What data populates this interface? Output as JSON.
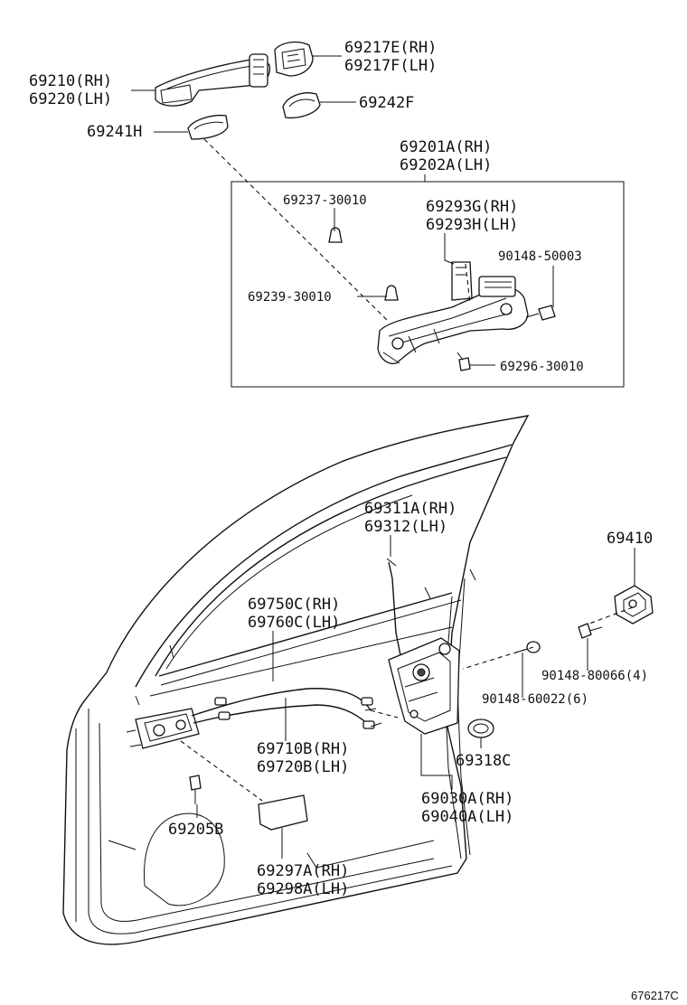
{
  "labels": {
    "l69217": [
      "69217E(RH)",
      "69217F(LH)"
    ],
    "l69210": [
      "69210(RH)",
      "69220(LH)"
    ],
    "l69242": "69242F",
    "l69241": "69241H",
    "l69201": [
      "69201A(RH)",
      "69202A(LH)"
    ],
    "l69237": "69237-30010",
    "l69293": [
      "69293G(RH)",
      "69293H(LH)"
    ],
    "l90148a": "90148-50003",
    "l69239": "69239-30010",
    "l69296": "69296-30010",
    "l69311": [
      "69311A(RH)",
      "69312(LH)"
    ],
    "l69410": "69410",
    "l69750": [
      "69750C(RH)",
      "69760C(LH)"
    ],
    "l90148b": "90148-80066(4)",
    "l90148c": "90148-60022(6)",
    "l69710": [
      "69710B(RH)",
      "69720B(LH)"
    ],
    "l69318": "69318C",
    "l69030": [
      "69030A(RH)",
      "69040A(LH)"
    ],
    "l69205": "69205B",
    "l69297": [
      "69297A(RH)",
      "69298A(LH)"
    ]
  },
  "illustration_number": "676217C",
  "colors": {
    "line": "#111111",
    "background": "#ffffff"
  }
}
